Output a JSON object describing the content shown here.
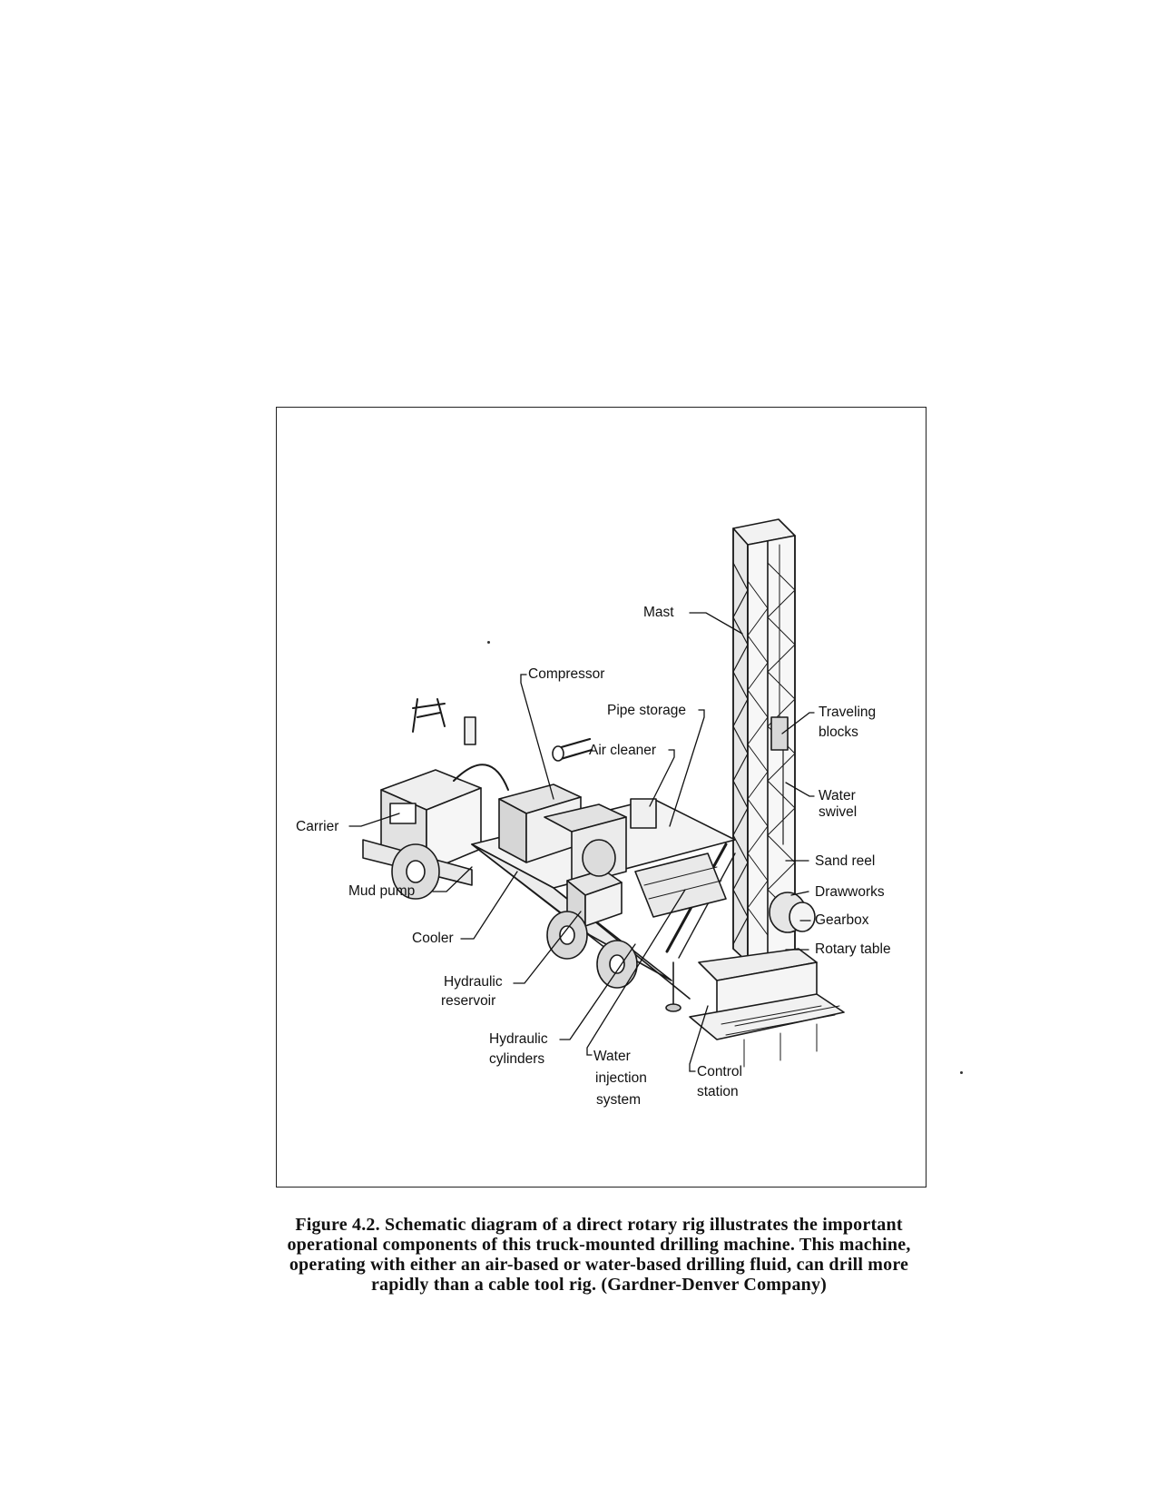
{
  "figure": {
    "labels": {
      "mast": "Mast",
      "compressor": "Compressor",
      "pipe_storage": "Pipe storage",
      "air_cleaner": "Air cleaner",
      "traveling_blocks_1": "Traveling",
      "traveling_blocks_2": "blocks",
      "water_swivel_1": "Water",
      "water_swivel_2": "swivel",
      "carrier": "Carrier",
      "sand_reel": "Sand reel",
      "mud_pump": "Mud pump",
      "drawworks": "Drawworks",
      "gearbox": "Gearbox",
      "cooler": "Cooler",
      "rotary_table": "Rotary table",
      "hydraulic_reservoir_1": "Hydraulic",
      "hydraulic_reservoir_2": "reservoir",
      "hydraulic_cylinders_1": "Hydraulic",
      "hydraulic_cylinders_2": "cylinders",
      "water_injection_1": "Water",
      "water_injection_2": "injection",
      "water_injection_3": "system",
      "control_station_1": "Control",
      "control_station_2": "station"
    }
  },
  "caption": {
    "line1": "Figure 4.2. Schematic diagram of a direct rotary rig illustrates the important",
    "line2": "operational components of this truck-mounted drilling machine. This machine,",
    "line3": "operating with either an air-based or water-based drilling fluid, can drill more",
    "line4": "rapidly than a cable tool rig. (Gardner-Denver Company)"
  }
}
